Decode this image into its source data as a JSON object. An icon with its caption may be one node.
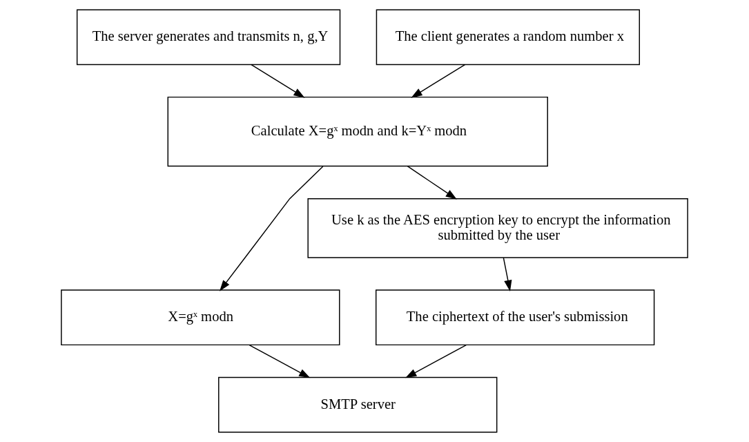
{
  "diagram": {
    "nodes": [
      {
        "text": [
          "The server generates and transmits n, g,Y"
        ]
      },
      {
        "text": [
          "The client generates a random number x"
        ]
      },
      {
        "text": [
          "Calculate X=gˣ modn and k=Yˣ modn"
        ]
      },
      {
        "text": [
          "Use k as the AES encryption key to encrypt the information submitted by the user"
        ]
      },
      {
        "text": [
          "X=gˣ modn"
        ]
      },
      {
        "text": [
          "The ciphertext of the user's submission"
        ]
      },
      {
        "text": [
          "SMTP server"
        ]
      }
    ],
    "edges": [
      {
        "from": 0,
        "to": 2,
        "arrow": "to"
      },
      {
        "from": 1,
        "to": 2,
        "arrow": "to"
      },
      {
        "from": 2,
        "to": 3,
        "arrow": "to"
      },
      {
        "from": 2,
        "to": 4,
        "arrow": "to"
      },
      {
        "from": 3,
        "to": 5,
        "arrow": "to"
      },
      {
        "from": 4,
        "to": 6,
        "arrow": "to"
      },
      {
        "from": 5,
        "to": 6,
        "arrow": "to"
      }
    ]
  }
}
